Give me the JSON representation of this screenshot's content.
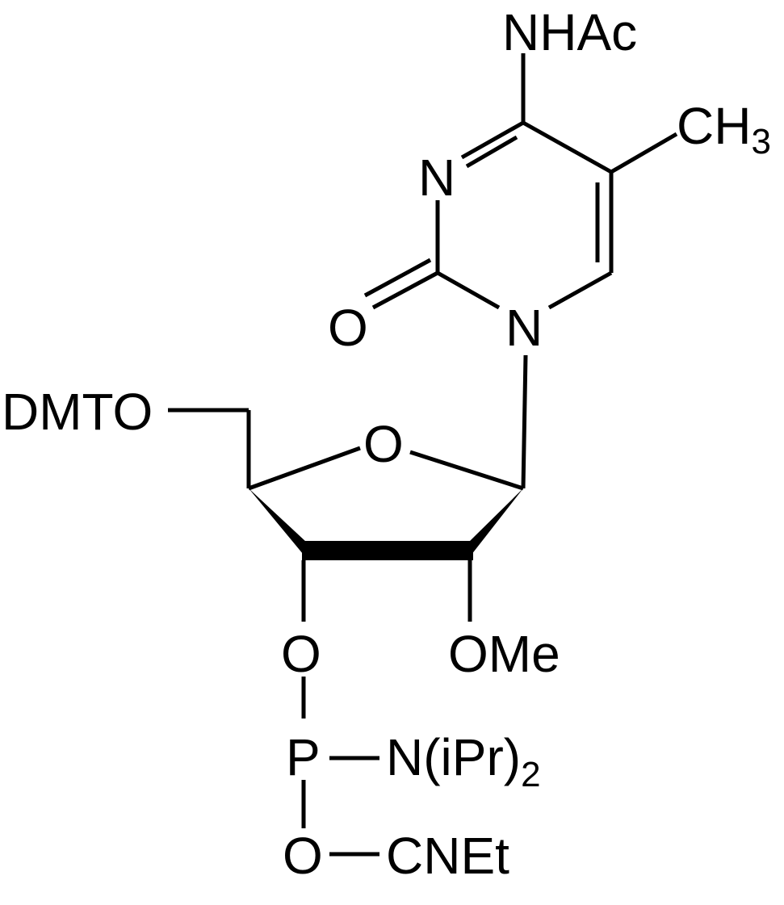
{
  "structure": {
    "atoms": {
      "nhac": "NHAc",
      "ch3_c": "CH",
      "ch3_sub": "3",
      "n3": "N",
      "o_carbonyl": "O",
      "n1": "N",
      "o_ring": "O",
      "dmto": "DMTO",
      "o3": "O",
      "ome": "OMe",
      "p": "P",
      "nipr_main": "N(iPr)",
      "nipr_sub": "2",
      "o_p": "O",
      "cnet": "CNEt"
    },
    "colors": {
      "ink": "#000000",
      "background": "#ffffff"
    }
  }
}
